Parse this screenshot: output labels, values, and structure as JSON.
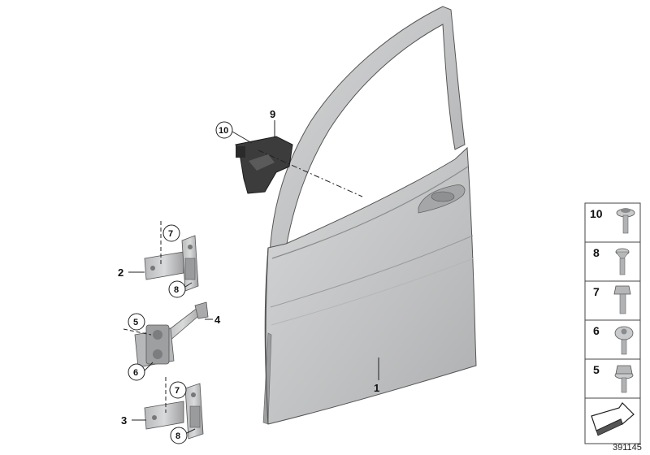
{
  "diagram": {
    "callouts": {
      "door": "1",
      "hinge_upper": "2",
      "hinge_lower": "3",
      "door_check": "4",
      "screw_5_check": "5",
      "screw_6_check": "6",
      "screw_7_upper": "7",
      "screw_8_upper": "8",
      "screw_7_lower": "7",
      "screw_8_lower": "8",
      "bracket": "9",
      "screw_10_bracket": "10"
    },
    "fastener_table": [
      {
        "label": "10",
        "icon": "torx-washer-screw-icon"
      },
      {
        "label": "8",
        "icon": "torx-flat-screw-icon"
      },
      {
        "label": "7",
        "icon": "hex-bolt-icon"
      },
      {
        "label": "6",
        "icon": "torx-pan-screw-icon"
      },
      {
        "label": "5",
        "icon": "hex-flange-bolt-icon"
      }
    ],
    "direction_icon": "arrow-direction-icon",
    "diagram_code": "391145"
  },
  "colors": {
    "part_gray": "#c9cacb",
    "part_shade": "#a9aaab",
    "bracket_dark": "#3b3b3b",
    "line": "#222222"
  }
}
